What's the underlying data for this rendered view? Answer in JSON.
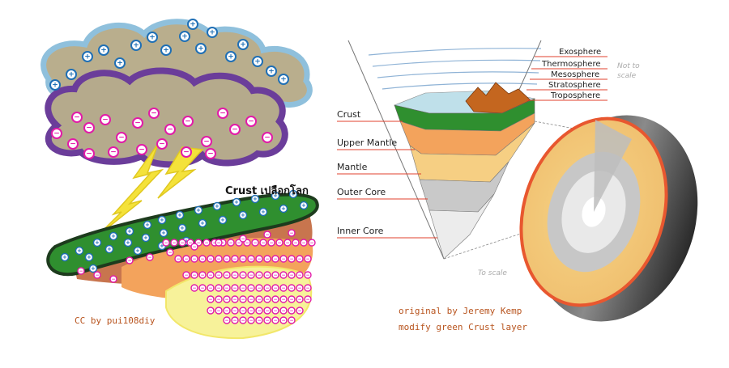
{
  "left_panel": {
    "crust_label": "Crust เปลือกโลก",
    "credit": "CC by pui108diy",
    "positive_sign": "+",
    "negative_sign": "−"
  },
  "right_panel": {
    "layers": [
      "Crust",
      "Upper Mantle",
      "Mantle",
      "Outer Core",
      "Inner Core"
    ],
    "atmosphere": [
      "Exosphere",
      "Thermosphere",
      "Mesosphere",
      "Stratosphere",
      "Troposphere"
    ],
    "not_to_scale": [
      "Not to",
      "scale"
    ],
    "to_scale": "To scale",
    "credit_line1": "original by Jeremy Kemp",
    "credit_line2": "modify green Crust layer"
  },
  "colors": {
    "crust_green": "#2f8f2f",
    "positive": "#1f6fb5",
    "negative": "#e21aa8",
    "cloud_upper": "#b7ad8f",
    "cloud_lower": "#b5ab8e",
    "lightning": "#f4e23a",
    "upper_mantle": "#f3a35c",
    "mantle": "#f6cf83",
    "outer_core": "#c9c9c9",
    "inner_core": "#eaeaea",
    "leader_line": "#e0402c"
  }
}
